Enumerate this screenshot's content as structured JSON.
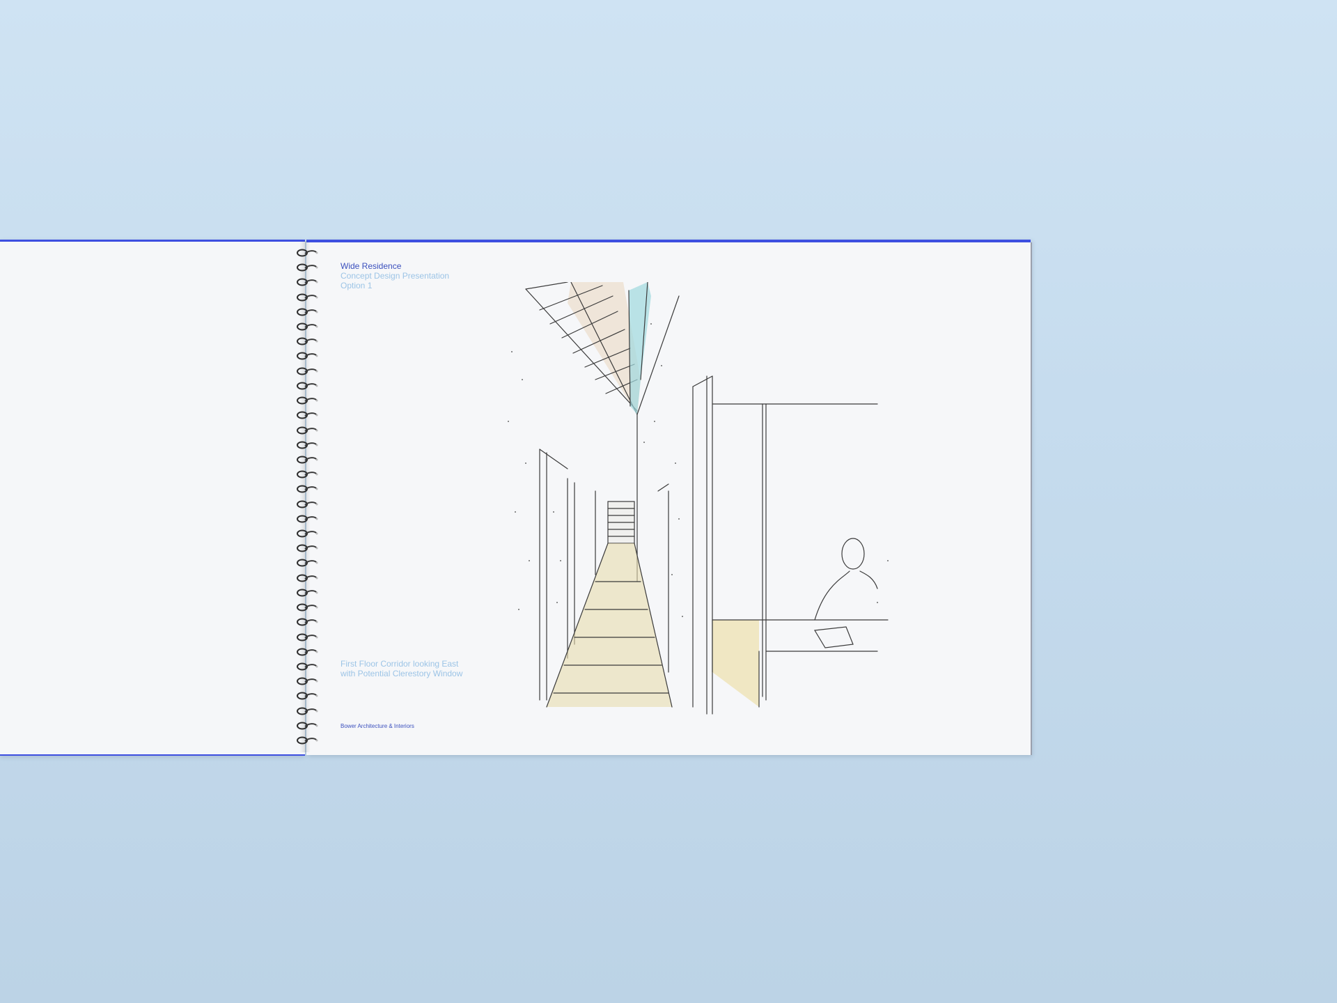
{
  "document": {
    "title": "Wide Residence",
    "subtitle": "Concept Design Presentation",
    "option": "Option 1",
    "caption_line1": "First Floor Corridor looking East",
    "caption_line2": "with Potential Clerestory Window",
    "firm": "Bower Architecture & Interiors"
  },
  "colors": {
    "background": "#c9dff1",
    "accent_blue": "#3d4fe0",
    "title_text": "#3a4fbd",
    "light_text": "#9cc4e6",
    "paper": "#f6f7f9"
  },
  "illustration": {
    "type": "hand-drawn perspective sketch",
    "icon": "corridor-sketch"
  }
}
